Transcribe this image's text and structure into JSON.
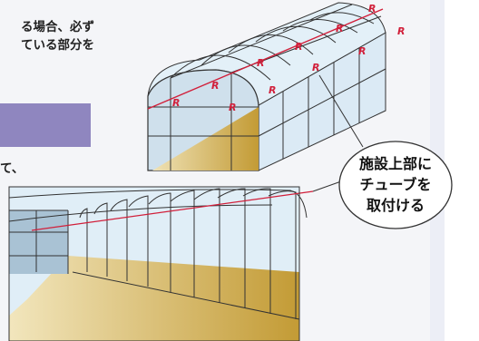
{
  "left_text": {
    "line1": "る場合、必ず",
    "line2": "ている部分を",
    "line3": "て、"
  },
  "callout": {
    "line1": "施設上部に",
    "line2": "チューブを",
    "line3": "取付ける"
  },
  "colors": {
    "film": "#dbeaf5",
    "frame": "#333333",
    "tube": "#d11f3a",
    "floor": "#c9a341",
    "accent_bar": "#8f86bf",
    "panel": "#f4f5f8"
  },
  "icons": {
    "tube_clip": "r-clip-mark"
  }
}
